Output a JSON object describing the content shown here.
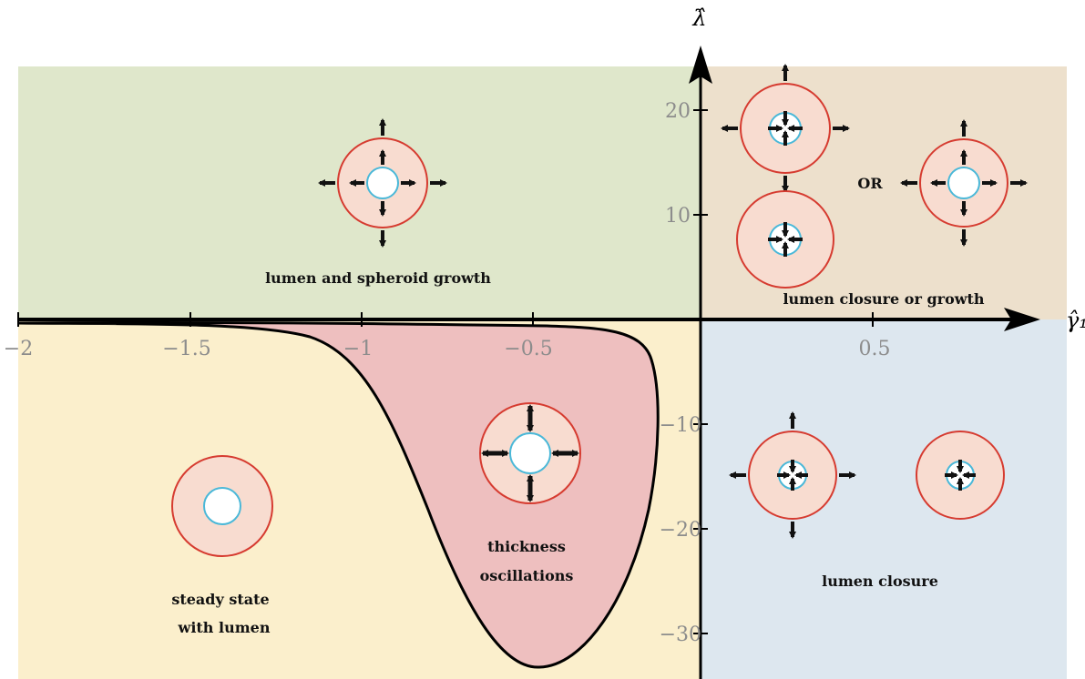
{
  "colors": {
    "upper_left_region": "#dfe7cb",
    "upper_right_region": "#ede0cc",
    "lower_left_region": "#fbefcc",
    "lower_right_region": "#dde7ef",
    "oscillation_region": "#eebfbf",
    "spheroid_fill": "#f8dcd0",
    "spheroid_edge": "#d63b30",
    "lumen_edge": "#4ab8d8",
    "lumen_fill": "#ffffff",
    "arrow": "#111111"
  },
  "axes": {
    "x_label": "γ̂₁",
    "y_label": "λ̂",
    "x_ticks": [
      "−2",
      "−1.5",
      "−1",
      "−0.5",
      "0.5"
    ],
    "y_ticks": [
      "20",
      "10",
      "−10",
      "−20",
      "−30"
    ]
  },
  "regions": {
    "growth": "lumen and spheroid growth",
    "closure_or_growth": "lumen closure or growth",
    "or_word": "OR",
    "oscillations_line1": "thickness",
    "oscillations_line2": "oscillations",
    "steady_line1": "steady state",
    "steady_line2": "with lumen",
    "closure": "lumen closure"
  },
  "icons": [
    {
      "name": "growth-spheroid-icon",
      "lumen": "grows",
      "spheroid": "grows"
    },
    {
      "name": "closure-growth-icon-a",
      "lumen": "closes",
      "spheroid": "grows"
    },
    {
      "name": "closure-growth-icon-b",
      "lumen": "closes",
      "spheroid": "steady"
    },
    {
      "name": "closure-growth-icon-c",
      "lumen": "grows",
      "spheroid": "grows"
    },
    {
      "name": "oscillation-spheroid-icon",
      "lumen": "oscillates",
      "spheroid": "oscillates"
    },
    {
      "name": "steady-spheroid-icon",
      "lumen": "steady",
      "spheroid": "steady"
    },
    {
      "name": "closure-icon-a",
      "lumen": "closes",
      "spheroid": "grows"
    },
    {
      "name": "closure-icon-b",
      "lumen": "closes",
      "spheroid": "steady"
    }
  ]
}
